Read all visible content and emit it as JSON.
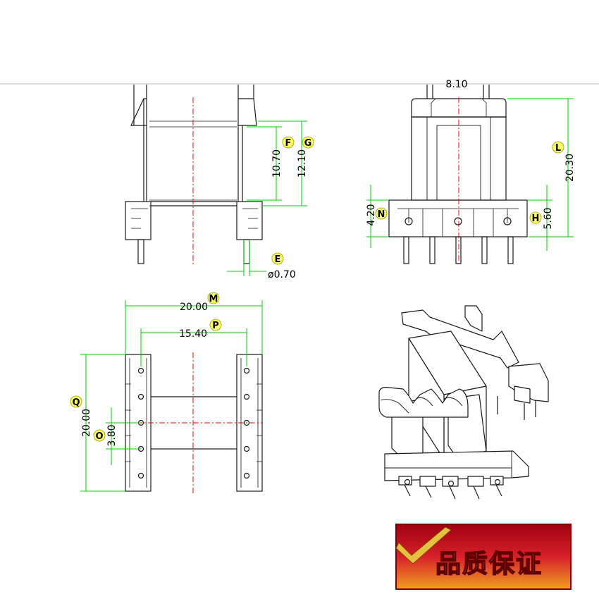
{
  "colors": {
    "outline": "#1a1a1a",
    "dimension": "#00cc00",
    "centerline": "#ff0000",
    "tag_fill": "#ffff66",
    "banner_red": "#c8141e",
    "banner_gold": "#e8b020"
  },
  "top_left_view": {
    "dims": {
      "f": "10.70",
      "g": "12.10",
      "e": "ø0.70"
    },
    "tags": {
      "f": "F",
      "g": "G",
      "e": "E"
    }
  },
  "top_right_view": {
    "dims": {
      "top": "8.10",
      "l": "20.30",
      "n": "4.20",
      "h": "5.60"
    },
    "tags": {
      "l": "L",
      "n": "N",
      "h": "H"
    }
  },
  "bottom_left_view": {
    "dims": {
      "m": "20.00",
      "p": "15.40",
      "q": "20.00",
      "o": "3.80"
    },
    "tags": {
      "m": "M",
      "p": "P",
      "q": "Q",
      "o": "O"
    }
  },
  "banner": {
    "text": "品质保证"
  }
}
